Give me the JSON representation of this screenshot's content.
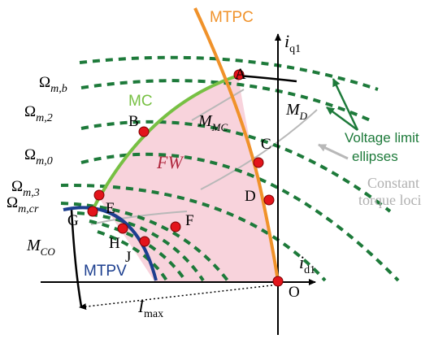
{
  "diagram": {
    "curve_labels": {
      "mtpc": "MTPC",
      "mc": "MC",
      "mtpv": "MTPV"
    },
    "axis_labels": {
      "iq1": "i",
      "iq1_sub": "q1",
      "id1": "i",
      "id1_sub": "d1"
    },
    "region_label": "FW",
    "speed_labels": [
      {
        "main": "Ω",
        "sub": "m,b"
      },
      {
        "main": "Ω",
        "sub": "m,2"
      },
      {
        "main": "Ω",
        "sub": "m,0"
      },
      {
        "main": "Ω",
        "sub": "m,3"
      },
      {
        "main": "Ω",
        "sub": "m,cr"
      }
    ],
    "m_labels": {
      "m_mc": {
        "main": "M",
        "sub": "MC"
      },
      "m_d": {
        "main": "M",
        "sub": "D"
      },
      "m_co": {
        "main": "M",
        "sub": "CO"
      }
    },
    "imax": {
      "main": "I",
      "sub": "max"
    },
    "points": [
      "A",
      "B",
      "C",
      "D",
      "E",
      "F",
      "G",
      "H",
      "J",
      "O"
    ],
    "legend": {
      "voltage_line1": "Voltage limit",
      "voltage_line2": "ellipses",
      "torque_line1": "Constant",
      "torque_line2": "torque loci"
    },
    "colors": {
      "mtpc": "#f0922a",
      "mc": "#77c043",
      "mtpv": "#1d3f8f",
      "ellipse": "#1d7a3a",
      "torque": "#b8b8b8",
      "region": "#f8d3dc",
      "point": "#e3141b",
      "axis": "#000000"
    }
  }
}
